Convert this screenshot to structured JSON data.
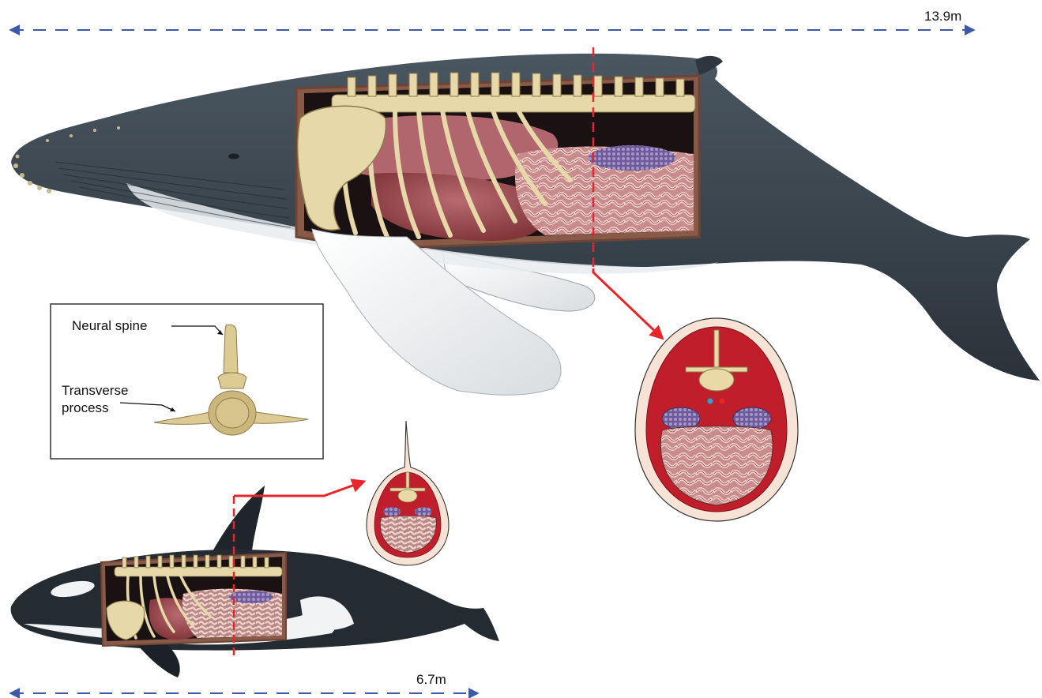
{
  "figure": {
    "humpback_length": "13.9m",
    "orca_length": "6.7m"
  },
  "inset": {
    "neural_spine_label": "Neural spine",
    "transverse_label_line1": "Transverse",
    "transverse_label_line2": "process"
  },
  "colors": {
    "whale_body": "#3b4650",
    "whale_belly": "#e8ecef",
    "bone": "#e6d8a8",
    "intestine": "#e9b7b3",
    "muscle": "#c01e2a",
    "skin_layer": "#f6e3d6",
    "measure_line": "#3a5ba8",
    "cut_line": "#e8262a"
  }
}
